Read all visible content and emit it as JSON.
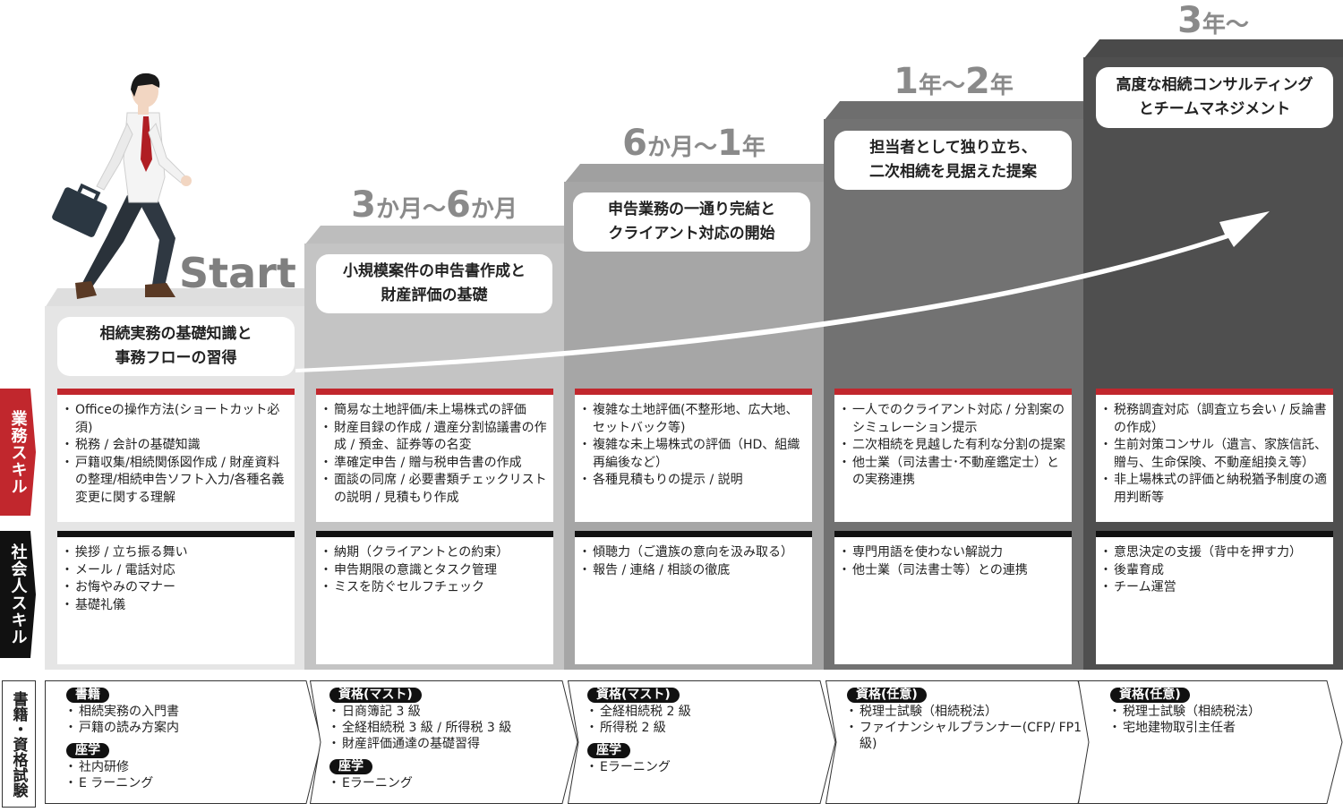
{
  "start_label": "Start",
  "stages": [
    {
      "period": {
        "a": "",
        "b": "",
        "c": "",
        "d": ""
      },
      "goal": "相続実務の基礎知識と\n事務フローの習得",
      "business": [
        "Officeの操作方法(ショートカット必須)",
        "税務 / 会計の基礎知識",
        "戸籍収集/相続関係図作成 / 財産資料の整理/相続申告ソフト入力/各種名義変更に関する理解"
      ],
      "social": [
        "挨拶 / 立ち振る舞い",
        "メール / 電話対応",
        "お悔やみのマナー",
        "基礎礼儀"
      ]
    },
    {
      "period": {
        "a": "3",
        "b": "か月〜",
        "c": "6",
        "d": "か月"
      },
      "goal": "小規模案件の申告書作成と\n財産評価の基礎",
      "business": [
        "簡易な土地評価/未上場株式の評価",
        "財産目録の作成 / 遺産分割協議書の作成 / 預金、証券等の名変",
        "準確定申告 / 贈与税申告書の作成",
        "面談の同席 / 必要書類チェックリストの説明 / 見積もり作成"
      ],
      "social": [
        "納期（クライアントとの約束）",
        "申告期限の意識とタスク管理",
        "ミスを防ぐセルフチェック"
      ]
    },
    {
      "period": {
        "a": "6",
        "b": "か月〜",
        "c": "1",
        "d": "年"
      },
      "goal": "申告業務の一通り完結と\nクライアント対応の開始",
      "business": [
        "複雑な土地評価(不整形地、広大地、セットバック等)",
        "複雑な未上場株式の評価（HD、組織再編後など）",
        "各種見積もりの提示 / 説明"
      ],
      "social": [
        "傾聴力（ご遺族の意向を汲み取る）",
        "報告 / 連絡 / 相談の徹底"
      ]
    },
    {
      "period": {
        "a": "1",
        "b": "年〜",
        "c": "2",
        "d": "年"
      },
      "goal": "担当者として独り立ち、\n二次相続を見据えた提案",
      "business": [
        "一人でのクライアント対応 / 分割案のシミュレーション提示",
        "二次相続を見越した有利な分割の提案",
        "他士業（司法書士･不動産鑑定士）との実務連携"
      ],
      "social": [
        "専門用語を使わない解説力",
        "他士業（司法書士等）との連携"
      ]
    },
    {
      "period": {
        "a": "3",
        "b": "年〜",
        "c": "",
        "d": ""
      },
      "goal": "高度な相続コンサルティング\nとチームマネジメント",
      "business": [
        "税務調査対応（調査立ち会い / 反論書の作成）",
        "生前対策コンサル（遺言、家族信託、贈与、生命保険、不動産組換え等）",
        "非上場株式の評価と納税猶予制度の適用判断等"
      ],
      "social": [
        "意思決定の支援（背中を押す力）",
        "後輩育成",
        "チーム運営"
      ]
    }
  ],
  "row_labels": {
    "business": "業務スキル",
    "social": "社会人スキル",
    "books": "書籍・資格試験"
  },
  "resources": [
    {
      "groups": [
        {
          "tag": "書籍",
          "items": [
            "相続実務の入門書",
            "戸籍の読み方案内"
          ]
        },
        {
          "tag": "座学",
          "items": [
            "社内研修",
            "E ラーニング"
          ]
        }
      ]
    },
    {
      "groups": [
        {
          "tag": "資格(マスト)",
          "items": [
            "日商簿記 3 級",
            "全経相続税 3 級 / 所得税 3 級",
            "財産評価通達の基礎習得"
          ]
        },
        {
          "tag": "座学",
          "items": [
            "Eラーニング"
          ]
        }
      ]
    },
    {
      "groups": [
        {
          "tag": "資格(マスト)",
          "items": [
            "全経相続税 2 級",
            "所得税 2 級"
          ]
        },
        {
          "tag": "座学",
          "items": [
            "Eラーニング"
          ]
        }
      ]
    },
    {
      "groups": [
        {
          "tag": "資格(任意)",
          "items": [
            "税理士試験（相続税法）",
            "ファイナンシャルプランナー(CFP/ FP1級)"
          ]
        }
      ]
    },
    {
      "groups": [
        {
          "tag": "資格(任意)",
          "items": [
            "税理士試験（相続税法）",
            "宅地建物取引主任者"
          ]
        }
      ]
    }
  ],
  "colors": {
    "accent_red": "#c1272d",
    "black": "#111111"
  },
  "icons": [
    "businessman-illustration",
    "growth-arrow-icon"
  ]
}
